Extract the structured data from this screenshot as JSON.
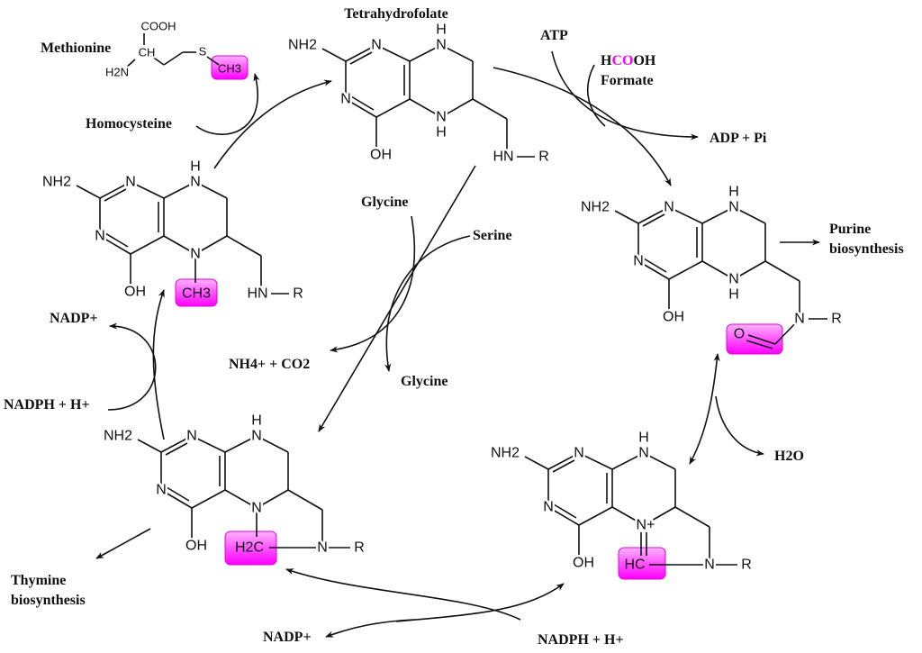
{
  "title": "Tetrahydrofolate",
  "colors": {
    "highlight": "#ff00ff",
    "ink": "#111111"
  },
  "atoms": {
    "N": "N",
    "H": "H",
    "NH2": "NH2",
    "OH": "OH",
    "HN": "HN",
    "R": "R",
    "CH3": "CH3",
    "O": "O",
    "H2C": "H2C",
    "HC": "HC",
    "Nplus": "N+"
  },
  "methionine": {
    "name": "Methionine",
    "cooh": "COOH",
    "ch": "CH",
    "h2n": "H2N",
    "s": "S",
    "ch3": "CH3"
  },
  "labels": {
    "homocysteine": "Homocysteine",
    "atp": "ATP",
    "hcooh_h": "H",
    "hcooh_co": "CO",
    "hcooh_oh": "OH",
    "formate": "Formate",
    "adp_pi": "ADP + Pi",
    "purine_1": "Purine",
    "purine_2": "biosynthesis",
    "glycine_in": "Glycine",
    "serine": "Serine",
    "nh4_co2": "NH4+ + CO2",
    "glycine_out": "Glycine",
    "h2o": "H2O",
    "nadp_left": "NADP+",
    "nadph_left": "NADPH + H+",
    "thymine_1": "Thymine",
    "thymine_2": "biosynthesis",
    "nadp_bottom": "NADP+",
    "nadph_bottom": "NADPH + H+"
  },
  "molecules": [
    {
      "id": "tetrahydrofolate",
      "variant": "thf"
    },
    {
      "id": "5-methyl-thf",
      "variant": "methyl"
    },
    {
      "id": "10-formyl-thf",
      "variant": "formyl"
    },
    {
      "id": "5-10-methylene-thf",
      "variant": "methylene"
    },
    {
      "id": "5-10-methenyl-thf",
      "variant": "methenyl"
    }
  ]
}
